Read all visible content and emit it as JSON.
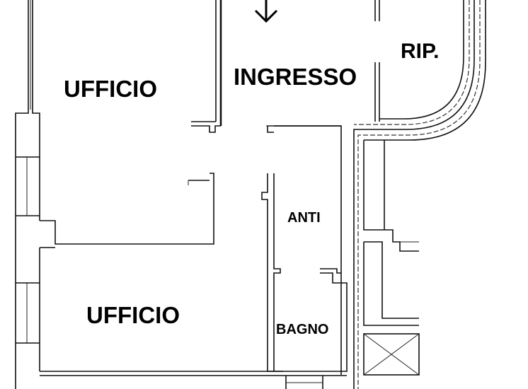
{
  "rooms": {
    "ufficio_top": "UFFICIO",
    "ingresso": "INGRESSO",
    "ripostiglio": "RIP.",
    "anti": "ANTI",
    "bagno": "BAGNO",
    "ufficio_bottom": "UFFICIO"
  },
  "symbols": {
    "entrance_arrow": "arrow-down-icon"
  }
}
